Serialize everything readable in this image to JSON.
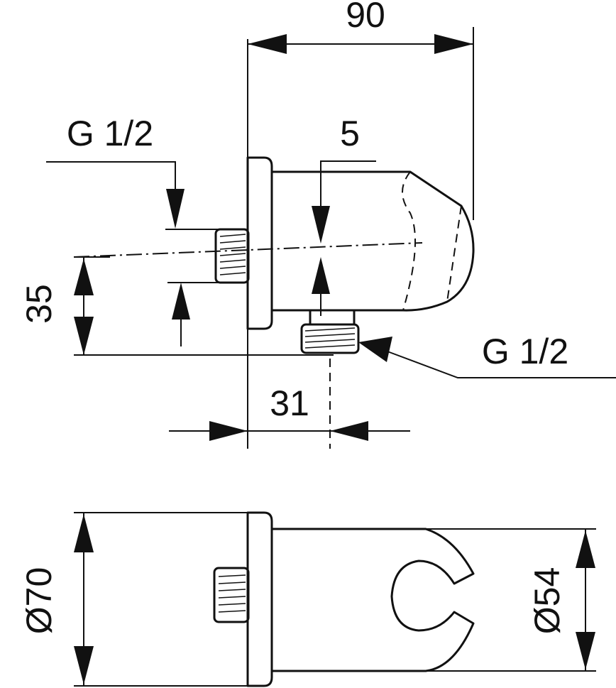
{
  "drawing": {
    "side_view": {
      "overall_length": "90",
      "inlet_thread": "G 1/2",
      "offset": "5",
      "height": "35",
      "outlet_thread": "G 1/2",
      "outlet_distance": "31"
    },
    "front_view": {
      "flange_diameter": "Ø70",
      "holder_diameter": "Ø54"
    }
  }
}
